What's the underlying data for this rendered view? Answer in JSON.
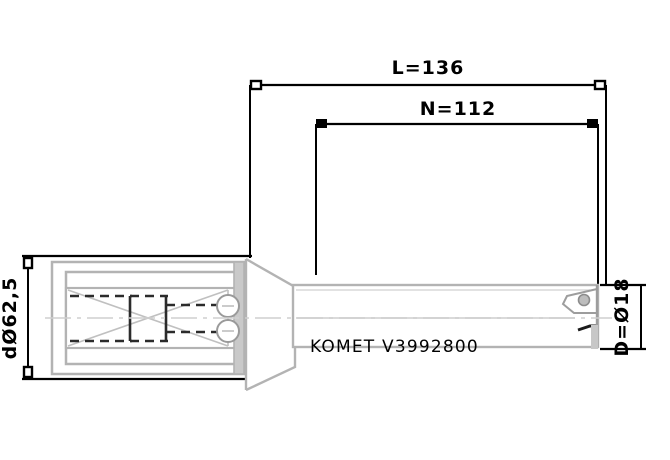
{
  "drawing": {
    "type": "technical-engineering-drawing",
    "subject": "KOMET indexable insert drill / tool holder assembly",
    "background_color": "#ffffff",
    "line_color": "#000000",
    "body_outline_color": "#b0b0b0",
    "hidden_line_color": "#333333",
    "centerline_color": "#c8c8c8"
  },
  "dimensions": {
    "overall_length": {
      "label": "L=136",
      "name": "overall-length-dimension",
      "orientation": "horizontal",
      "position": "top"
    },
    "usable_length": {
      "label": "N=112",
      "name": "usable-length-dimension",
      "orientation": "horizontal",
      "position": "upper"
    },
    "shank_diameter": {
      "label": "dØ62,5",
      "name": "shank-diameter-dimension",
      "orientation": "vertical-rotated",
      "position": "left"
    },
    "cutting_diameter": {
      "label": "D=Ø18",
      "name": "cutting-diameter-dimension",
      "orientation": "vertical-rotated",
      "position": "right"
    }
  },
  "marking": {
    "brand": "KOMET",
    "part_number": "V3992800",
    "full_text": "KOMET  V3992800"
  },
  "features": {
    "locking_balls_count": 2,
    "insert_pocket": "indexable-insert-seat",
    "taper_transition": "conical-shoulder"
  }
}
